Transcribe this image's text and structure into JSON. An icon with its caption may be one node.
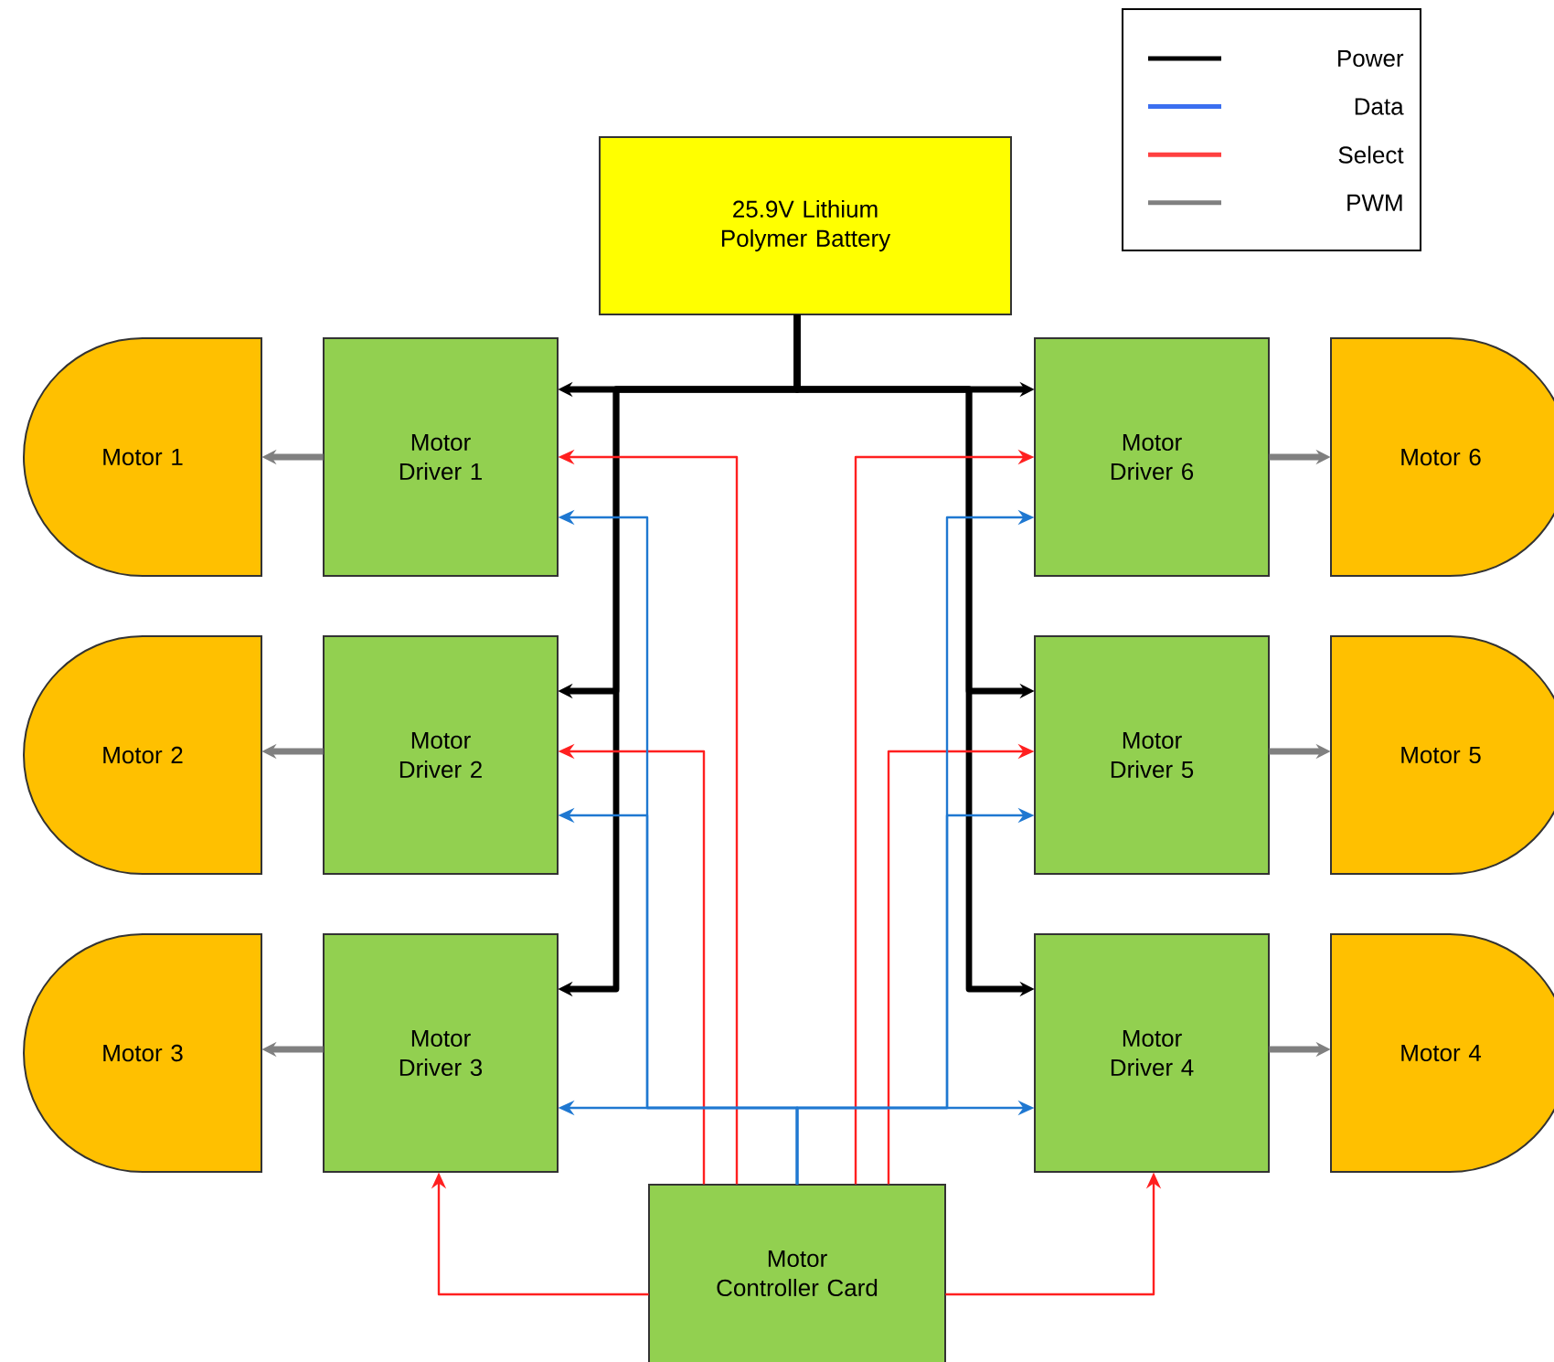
{
  "diagram": {
    "nodes": [
      {
        "text": [
          "25.9V Lithium Polymer Battery"
        ]
      },
      {
        "text": [
          "Motor 1"
        ]
      },
      {
        "text": [
          "Motor Driver 1"
        ]
      },
      {
        "text": [
          "Motor Driver 6"
        ]
      },
      {
        "text": [
          "Motor 6"
        ]
      },
      {
        "text": [
          "Motor 2"
        ]
      },
      {
        "text": [
          "Motor Driver 2"
        ]
      },
      {
        "text": [
          "Motor Driver 5"
        ]
      },
      {
        "text": [
          "Motor 5"
        ]
      },
      {
        "text": [
          "Motor 3"
        ]
      },
      {
        "text": [
          "Motor Driver 3"
        ]
      },
      {
        "text": [
          "Motor Driver 4"
        ]
      },
      {
        "text": [
          "Motor 4"
        ]
      },
      {
        "text": [
          "Motor Controller Card"
        ]
      }
    ],
    "edges": [
      {
        "from": 0,
        "to": 2,
        "arrow": "to",
        "style": "thick",
        "color": "#000000"
      },
      {
        "from": 0,
        "to": 6,
        "arrow": "to",
        "style": "thick",
        "color": "#000000"
      },
      {
        "from": 0,
        "to": 10,
        "arrow": "to",
        "style": "thick",
        "color": "#000000"
      },
      {
        "from": 0,
        "to": 3,
        "arrow": "to",
        "style": "thick",
        "color": "#000000"
      },
      {
        "from": 0,
        "to": 7,
        "arrow": "to",
        "style": "thick",
        "color": "#000000"
      },
      {
        "from": 0,
        "to": 11,
        "arrow": "to",
        "style": "thick",
        "color": "#000000"
      },
      {
        "from": 13,
        "to": 2,
        "arrow": "to",
        "color": "#ff2020"
      },
      {
        "from": 13,
        "to": 6,
        "arrow": "to",
        "color": "#ff2020"
      },
      {
        "from": 13,
        "to": 10,
        "arrow": "to",
        "color": "#ff2020"
      },
      {
        "from": 13,
        "to": 3,
        "arrow": "to",
        "color": "#ff2020"
      },
      {
        "from": 13,
        "to": 7,
        "arrow": "to",
        "color": "#ff2020"
      },
      {
        "from": 13,
        "to": 11,
        "arrow": "to",
        "color": "#ff2020"
      },
      {
        "from": 13,
        "to": 2,
        "arrow": "to",
        "color": "#1f78d1"
      },
      {
        "from": 13,
        "to": 6,
        "arrow": "to",
        "color": "#1f78d1"
      },
      {
        "from": 13,
        "to": 10,
        "arrow": "to",
        "color": "#1f78d1"
      },
      {
        "from": 13,
        "to": 3,
        "arrow": "to",
        "color": "#1f78d1"
      },
      {
        "from": 13,
        "to": 7,
        "arrow": "to",
        "color": "#1f78d1"
      },
      {
        "from": 13,
        "to": 11,
        "arrow": "to",
        "color": "#1f78d1"
      },
      {
        "from": 2,
        "to": 1,
        "arrow": "to",
        "style": "thick",
        "color": "#808080"
      },
      {
        "from": 3,
        "to": 4,
        "arrow": "to",
        "style": "thick",
        "color": "#808080"
      },
      {
        "from": 6,
        "to": 5,
        "arrow": "to",
        "style": "thick",
        "color": "#808080"
      },
      {
        "from": 7,
        "to": 8,
        "arrow": "to",
        "style": "thick",
        "color": "#808080"
      },
      {
        "from": 10,
        "to": 9,
        "arrow": "to",
        "style": "thick",
        "color": "#808080"
      },
      {
        "from": 11,
        "to": 12,
        "arrow": "to",
        "style": "thick",
        "color": "#808080"
      }
    ],
    "legend": [
      {
        "text": "Power"
      },
      {
        "text": "Data"
      },
      {
        "text": "Select"
      },
      {
        "text": "PWM"
      }
    ]
  }
}
